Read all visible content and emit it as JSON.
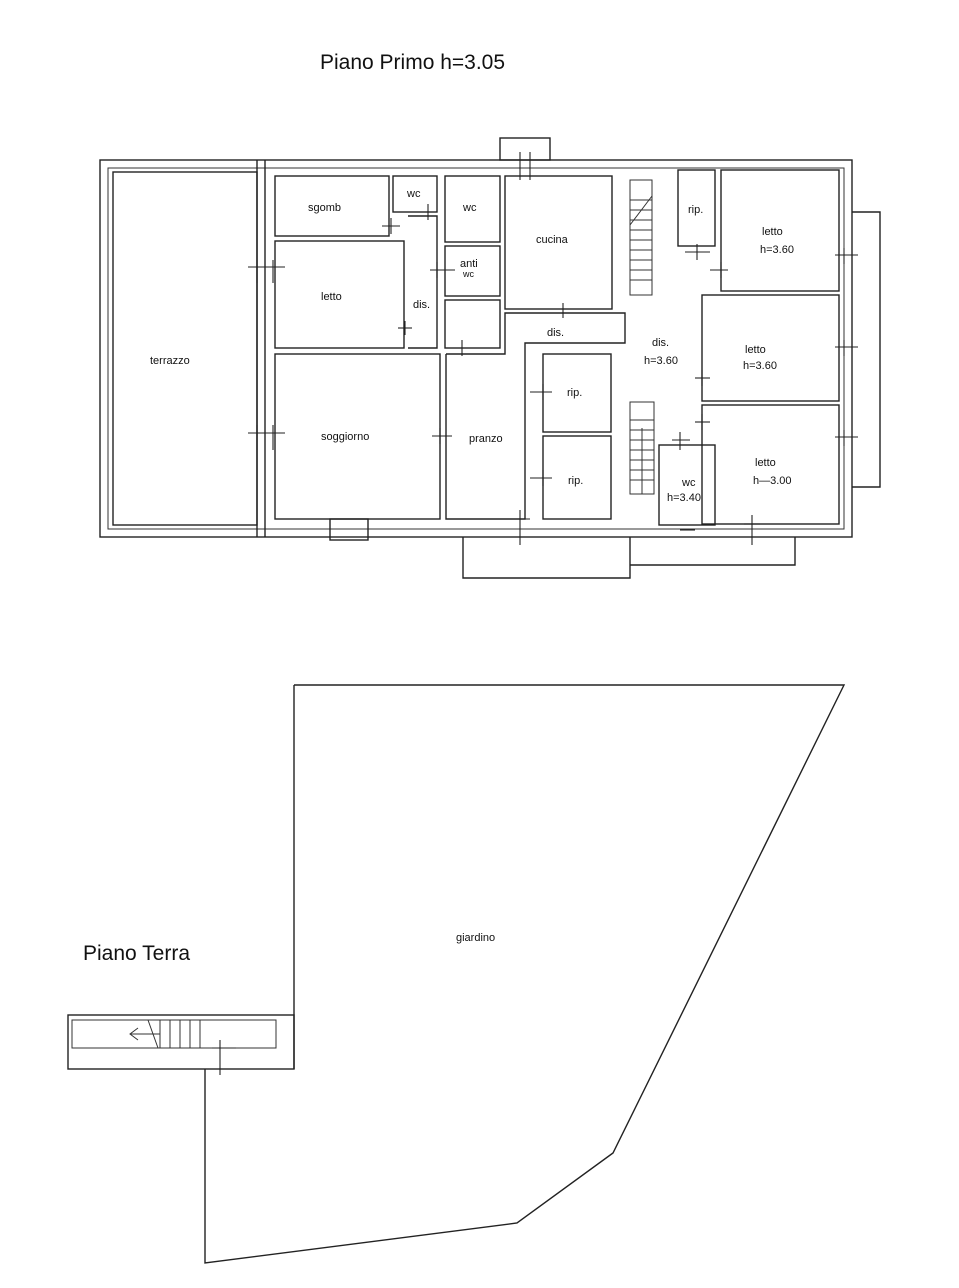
{
  "titles": {
    "first_floor": "Piano Primo h=3.05",
    "ground_floor": "Piano Terra"
  },
  "rooms": {
    "terrazzo": "terrazzo",
    "sgomb": "sgomb",
    "wc1": "wc",
    "wc2": "wc",
    "anti": "anti",
    "anti_wc": "wc",
    "cucina": "cucina",
    "rip_top": "rip.",
    "letto_top": "letto",
    "letto_top_h": "h=3.60",
    "letto_left": "letto",
    "dis_left": "dis.",
    "dis_center": "dis.",
    "dis_right": "dis.",
    "dis_right_h": "h=3.60",
    "letto_mid": "letto",
    "letto_mid_h": "h=3.60",
    "soggiorno": "soggiorno",
    "pranzo": "pranzo",
    "rip_mid": "rip.",
    "rip_low": "rip.",
    "wc3": "wc",
    "wc3_h": "h=3.40",
    "letto_bottom": "letto",
    "letto_bottom_h": "h—3.00",
    "giardino": "giardino"
  }
}
